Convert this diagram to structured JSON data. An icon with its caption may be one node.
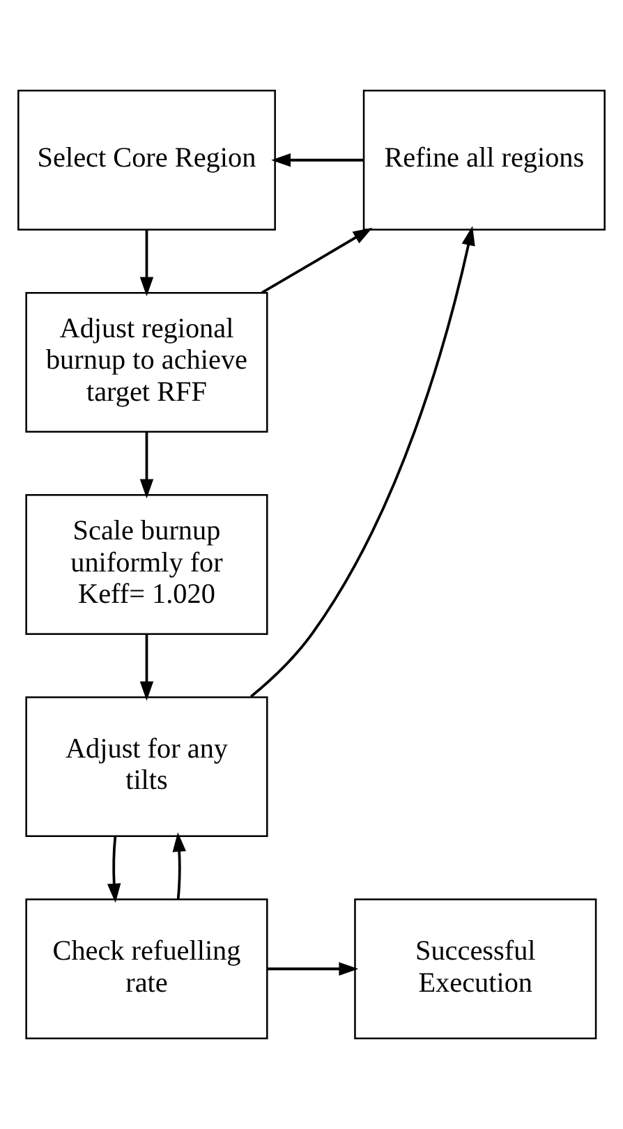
{
  "diagram": {
    "nodes": [
      {
        "text": [
          "Select Core Region"
        ]
      },
      {
        "text": [
          "Refine all regions"
        ]
      },
      {
        "text": [
          "Adjust regional burnup to achieve target RFF"
        ]
      },
      {
        "text": [
          "Scale burnup uniformly for Keff= 1.020"
        ]
      },
      {
        "text": [
          "Adjust for any tilts"
        ]
      },
      {
        "text": [
          "Check refuelling rate"
        ]
      },
      {
        "text": [
          "Successful Execution"
        ]
      }
    ],
    "edges": [
      {
        "from": 0,
        "to": 2,
        "arrow": "to"
      },
      {
        "from": 2,
        "to": 1,
        "arrow": "to"
      },
      {
        "from": 4,
        "to": 1,
        "arrow": "to"
      },
      {
        "from": 1,
        "to": 0,
        "arrow": "to"
      },
      {
        "from": 2,
        "to": 3,
        "arrow": "to"
      },
      {
        "from": 3,
        "to": 4,
        "arrow": "to"
      },
      {
        "from": 4,
        "to": 5,
        "arrow": "to"
      },
      {
        "from": 5,
        "to": 4,
        "arrow": "to"
      },
      {
        "from": 5,
        "to": 6,
        "arrow": "to"
      }
    ]
  }
}
